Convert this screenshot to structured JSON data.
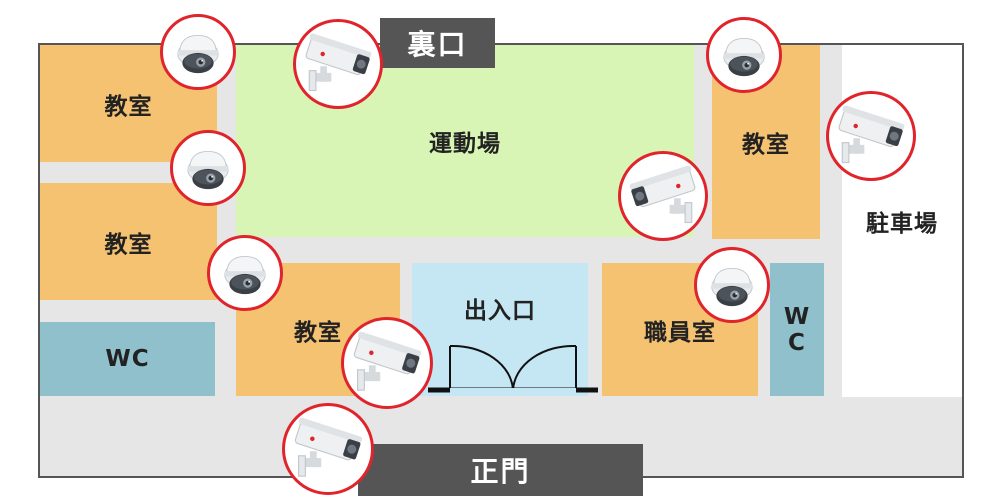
{
  "gates": {
    "back": "裏口",
    "main": "正門"
  },
  "rooms": {
    "classroom_top_left": "教室",
    "classroom_mid_left": "教室",
    "toilet_left": "WC",
    "field": "運動場",
    "classroom_center": "教室",
    "entrance": "出入口",
    "staff_room": "職員室",
    "toilet_right_1": "W",
    "toilet_right_2": "C",
    "classroom_right": "教室",
    "parking": "駐車場"
  },
  "cameras": [
    {
      "type": "dome-camera-icon"
    },
    {
      "type": "dome-camera-icon"
    },
    {
      "type": "dome-camera-icon"
    },
    {
      "type": "dome-camera-icon"
    },
    {
      "type": "dome-camera-icon"
    },
    {
      "type": "box-camera-icon"
    },
    {
      "type": "box-camera-icon"
    },
    {
      "type": "box-camera-icon"
    },
    {
      "type": "box-camera-icon"
    },
    {
      "type": "box-camera-icon"
    }
  ],
  "colors": {
    "classroom": "#f5c271",
    "toilet": "#8fc0cc",
    "field": "#d8f5b5",
    "entrance": "#c5e7f3",
    "camera_ring": "#e0242b",
    "gate": "#555555"
  }
}
